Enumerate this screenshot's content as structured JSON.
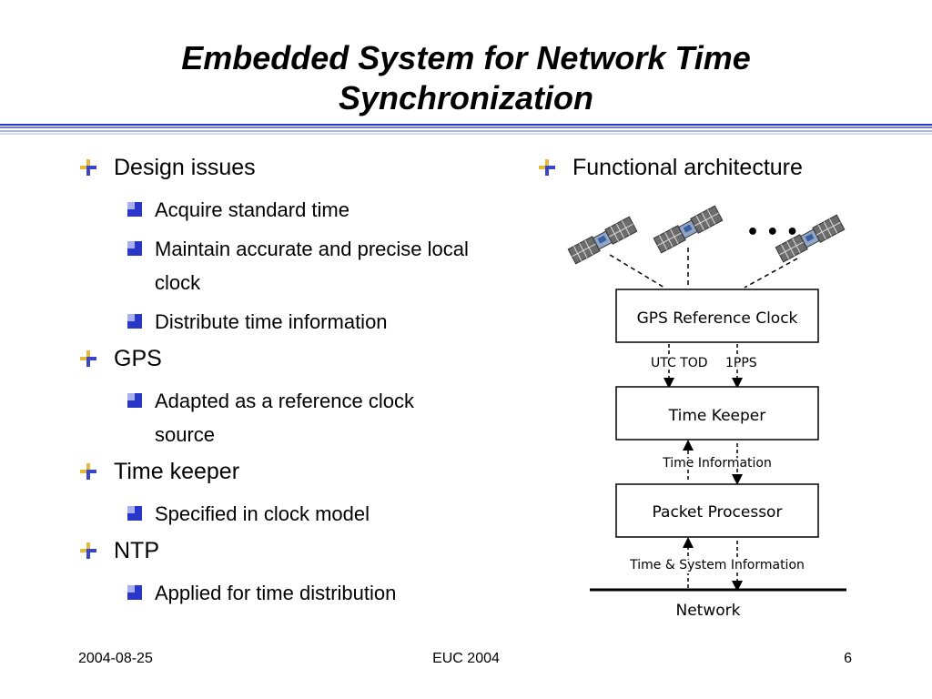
{
  "slide": {
    "title_line1": "Embedded System for Network Time",
    "title_line2": "Synchronization"
  },
  "left": {
    "items": [
      {
        "label": "Design issues",
        "subitems": [
          "Acquire standard time",
          "Maintain accurate and precise local clock",
          "Distribute time information"
        ]
      },
      {
        "label": "GPS",
        "subitems": [
          "Adapted as a reference clock source"
        ]
      },
      {
        "label": "Time keeper",
        "subitems": [
          "Specified in clock model"
        ]
      },
      {
        "label": "NTP",
        "subitems": [
          "Applied for time distribution"
        ]
      }
    ]
  },
  "right": {
    "heading": "Functional architecture"
  },
  "diagram": {
    "ellipsis": "• • •",
    "box_gps": "GPS Reference Clock",
    "label_utc": "UTC TOD",
    "label_pps": "1PPS",
    "box_keeper": "Time Keeper",
    "label_time_info": "Time Information",
    "box_packet": "Packet Processor",
    "label_sys_info": "Time & System Information",
    "network": "Network"
  },
  "footer": {
    "date": "2004-08-25",
    "conference": "EUC 2004",
    "page": "6"
  },
  "colors": {
    "rule": [
      "#2a36c8",
      "#6d7ad8",
      "#aab2ea",
      "#d4d8f4"
    ],
    "bullet_primary": "#3b45c8",
    "bullet_accent": "#e7b93a"
  }
}
